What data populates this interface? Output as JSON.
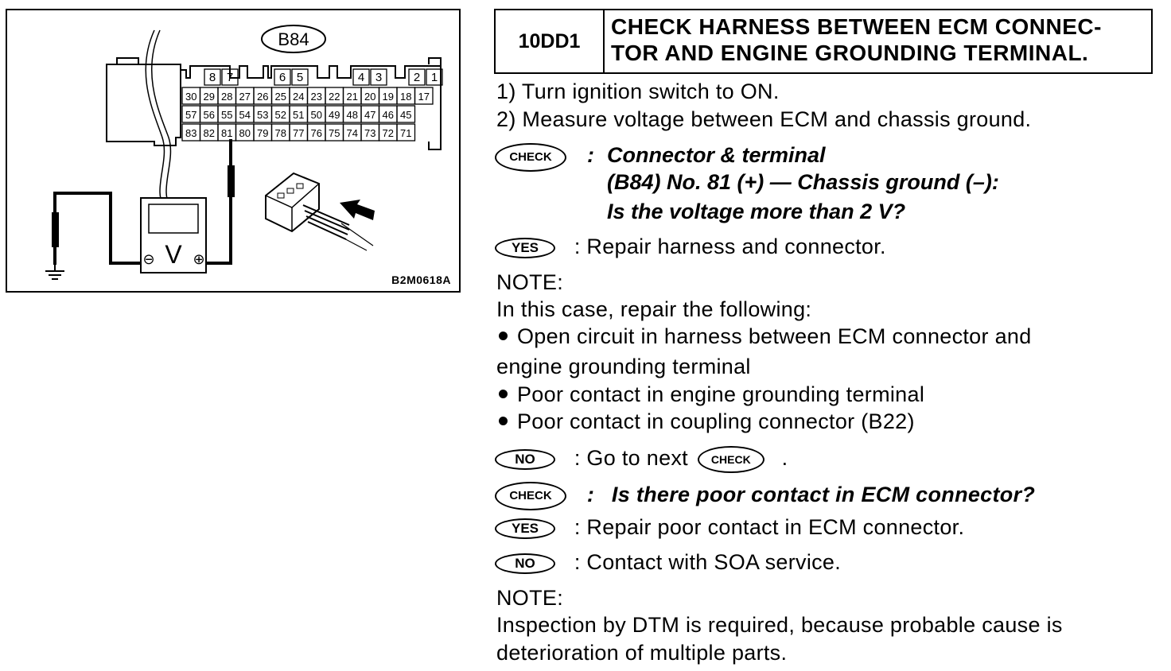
{
  "figure": {
    "connector_id": "B84",
    "figure_code": "B2M0618A",
    "top_pins": [
      "8",
      "7",
      "6",
      "5",
      "4",
      "3",
      "2",
      "1"
    ],
    "row1": [
      "30",
      "29",
      "28",
      "27",
      "26",
      "25",
      "24",
      "23",
      "22",
      "21",
      "20",
      "19",
      "18",
      "17"
    ],
    "row2": [
      "57",
      "56",
      "55",
      "54",
      "53",
      "52",
      "51",
      "50",
      "49",
      "48",
      "47",
      "46",
      "45"
    ],
    "row3": [
      "83",
      "82",
      "81",
      "80",
      "79",
      "78",
      "77",
      "76",
      "75",
      "74",
      "73",
      "72",
      "71"
    ],
    "meter_symbol": "V",
    "minus_symbol": "⊖",
    "plus_symbol": "⊕"
  },
  "header": {
    "step_id": "10DD1",
    "title_line1": "CHECK HARNESS BETWEEN ECM CONNEC-",
    "title_line2": "TOR AND ENGINE GROUNDING TERMINAL."
  },
  "steps": [
    "1)  Turn ignition switch to ON.",
    "2)  Measure voltage between ECM and chassis ground."
  ],
  "badges": {
    "check": "CHECK",
    "yes": "YES",
    "no": "NO"
  },
  "check1": {
    "colon": ":",
    "line1": "Connector & terminal",
    "line2": "(B84) No. 81 (+) — Chassis ground (–):",
    "line3": "Is the voltage more than 2 V?"
  },
  "yes1": ": Repair harness and connector.",
  "note1": {
    "label": "NOTE:",
    "intro": "In this case, repair the following:",
    "bullet1_line1": "Open circuit in harness between ECM connector and",
    "bullet1_line2": "engine grounding terminal",
    "bullet2": "Poor contact in engine grounding terminal",
    "bullet3": "Poor contact in coupling connector (B22)"
  },
  "no1": {
    "prefix": ": Go to next",
    "suffix": "."
  },
  "check2": {
    "colon": ":",
    "text": "Is there poor contact in ECM connector?"
  },
  "yes2": ": Repair poor contact in ECM connector.",
  "no2": ": Contact with SOA service.",
  "note2": {
    "label": "NOTE:",
    "line1": "Inspection by DTM is required, because probable cause is",
    "line2": "deterioration of multiple parts."
  }
}
